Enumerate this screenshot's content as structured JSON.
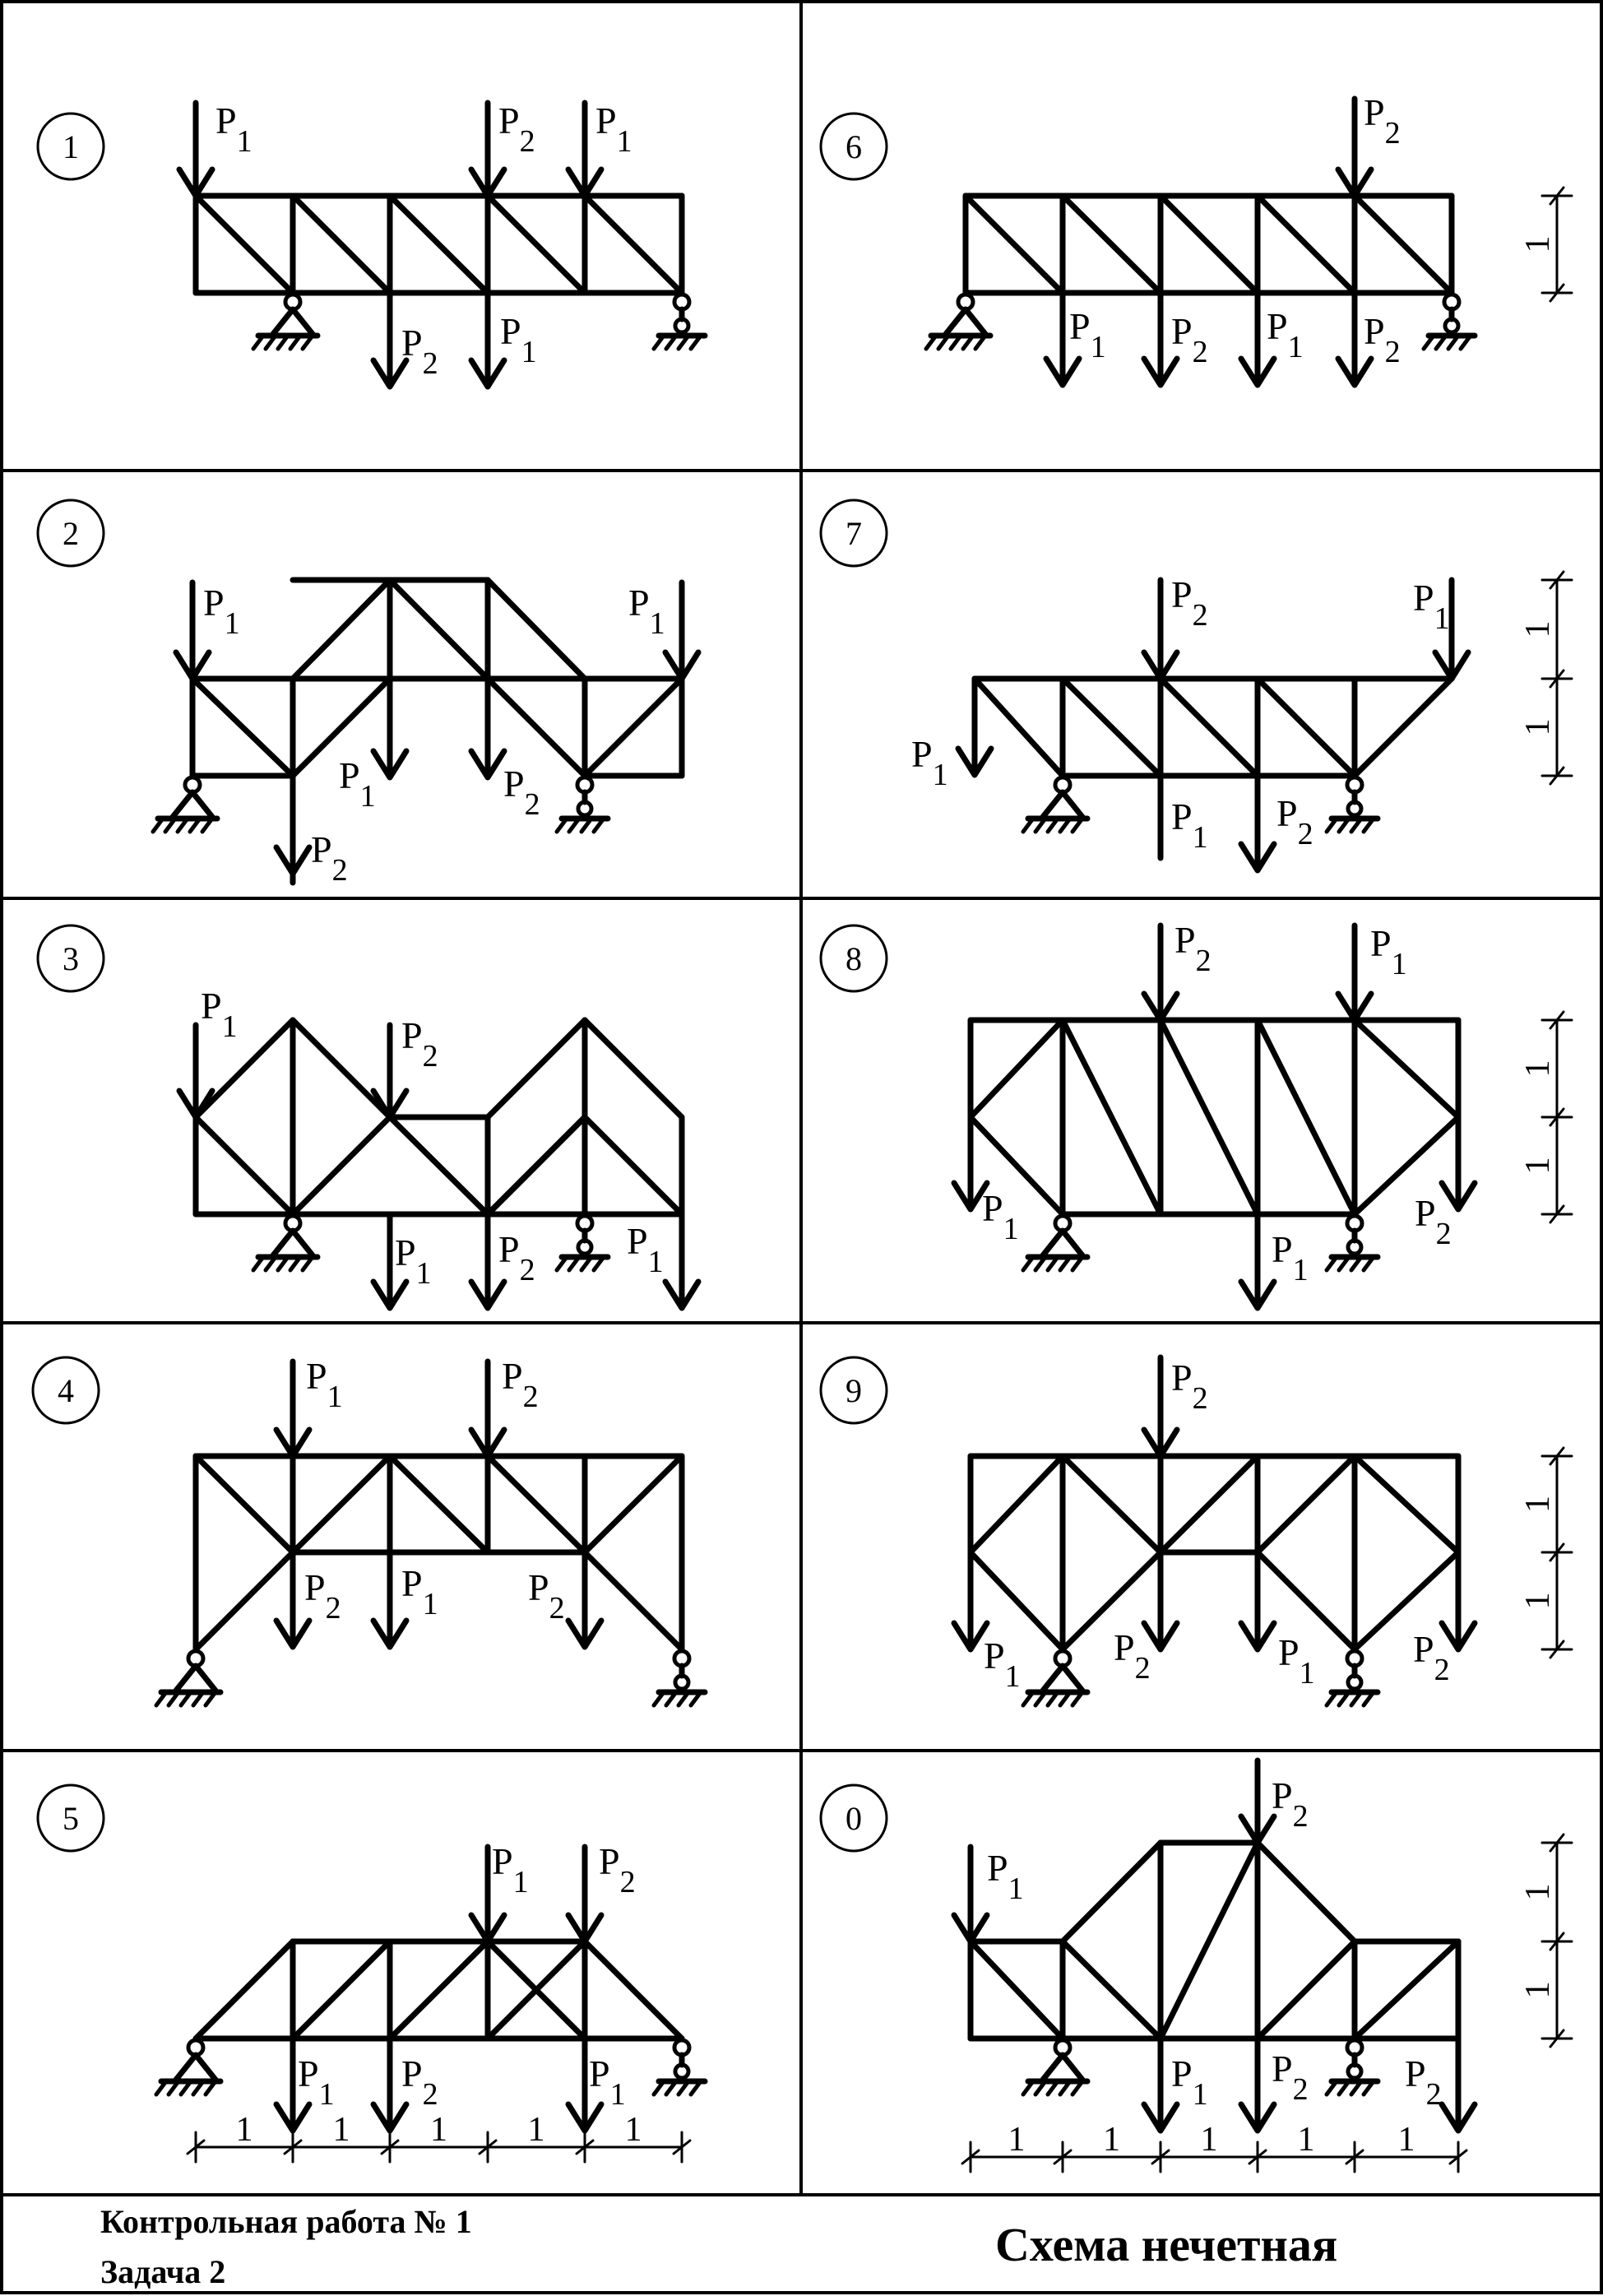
{
  "footer": {
    "work_title": "Контрольная работа № 1",
    "task": "Задача 2",
    "scheme": "Схема нечетная"
  },
  "panels": [
    {
      "id": "1",
      "label": "1",
      "loads": [
        [
          "P",
          "1"
        ],
        [
          "P",
          "2"
        ],
        [
          "P",
          "1"
        ],
        [
          "P",
          "2"
        ],
        [
          "P",
          "1"
        ]
      ]
    },
    {
      "id": "2",
      "label": "2",
      "loads": [
        [
          "P",
          "1"
        ],
        [
          "P",
          "1"
        ],
        [
          "P",
          "1"
        ],
        [
          "P",
          "2"
        ],
        [
          "P",
          "2"
        ]
      ]
    },
    {
      "id": "3",
      "label": "3",
      "loads": [
        [
          "P",
          "1"
        ],
        [
          "P",
          "2"
        ],
        [
          "P",
          "1"
        ],
        [
          "P",
          "2"
        ],
        [
          "P",
          "1"
        ]
      ]
    },
    {
      "id": "4",
      "label": "4",
      "loads": [
        [
          "P",
          "1"
        ],
        [
          "P",
          "2"
        ],
        [
          "P",
          "2"
        ],
        [
          "P",
          "1"
        ],
        [
          "P",
          "2"
        ]
      ]
    },
    {
      "id": "5",
      "label": "5",
      "loads": [
        [
          "P",
          "1"
        ],
        [
          "P",
          "2"
        ],
        [
          "P",
          "1"
        ],
        [
          "P",
          "2"
        ],
        [
          "P",
          "1"
        ]
      ],
      "dim": "1"
    },
    {
      "id": "6",
      "label": "6",
      "loads": [
        [
          "P",
          "2"
        ],
        [
          "P",
          "1"
        ],
        [
          "P",
          "2"
        ],
        [
          "P",
          "1"
        ],
        [
          "P",
          "2"
        ]
      ],
      "dim": "1"
    },
    {
      "id": "7",
      "label": "7",
      "loads": [
        [
          "P",
          "2"
        ],
        [
          "P",
          "1"
        ],
        [
          "P",
          "1"
        ],
        [
          "P",
          "1"
        ],
        [
          "P",
          "2"
        ]
      ],
      "dim": "1"
    },
    {
      "id": "8",
      "label": "8",
      "loads": [
        [
          "P",
          "2"
        ],
        [
          "P",
          "1"
        ],
        [
          "P",
          "1"
        ],
        [
          "P",
          "2"
        ],
        [
          "P",
          "1"
        ]
      ],
      "dim": "1"
    },
    {
      "id": "9",
      "label": "9",
      "loads": [
        [
          "P",
          "2"
        ],
        [
          "P",
          "1"
        ],
        [
          "P",
          "2"
        ],
        [
          "P",
          "1"
        ],
        [
          "P",
          "2"
        ]
      ],
      "dim": "1"
    },
    {
      "id": "0",
      "label": "0",
      "loads": [
        [
          "P",
          "2"
        ],
        [
          "P",
          "1"
        ],
        [
          "P",
          "1"
        ],
        [
          "P",
          "2"
        ],
        [
          "P",
          "2"
        ]
      ],
      "dim": "1"
    }
  ]
}
